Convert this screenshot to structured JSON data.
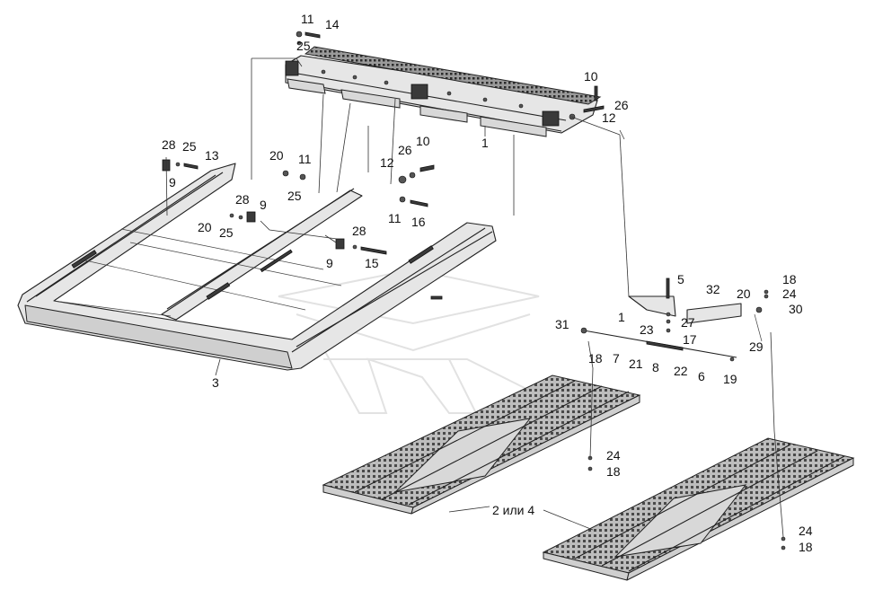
{
  "labels": {
    "l1a": "1",
    "l1b": "1",
    "l2": "2 или 4",
    "l3": "3",
    "l5": "5",
    "l6": "6",
    "l7": "7",
    "l8": "8",
    "l9a": "9",
    "l9b": "9",
    "l9c": "9",
    "l10a": "10",
    "l10b": "10",
    "l11a": "11",
    "l11b": "11",
    "l11c": "11",
    "l12a": "12",
    "l12b": "12",
    "l13": "13",
    "l14": "14",
    "l15": "15",
    "l16": "16",
    "l17": "17",
    "l18a": "18",
    "l18b": "18",
    "l18c": "18",
    "l18d": "18",
    "l19": "19",
    "l20a": "20",
    "l20b": "20",
    "l20c": "20",
    "l21": "21",
    "l22": "22",
    "l23": "23",
    "l24a": "24",
    "l24b": "24",
    "l24c": "24",
    "l25a": "25",
    "l25b": "25",
    "l25c": "25",
    "l25d": "25",
    "l26a": "26",
    "l26b": "26",
    "l27": "27",
    "l28a": "28",
    "l28b": "28",
    "l28c": "28",
    "l29": "29",
    "l30": "30",
    "l31": "31",
    "l32": "32"
  }
}
